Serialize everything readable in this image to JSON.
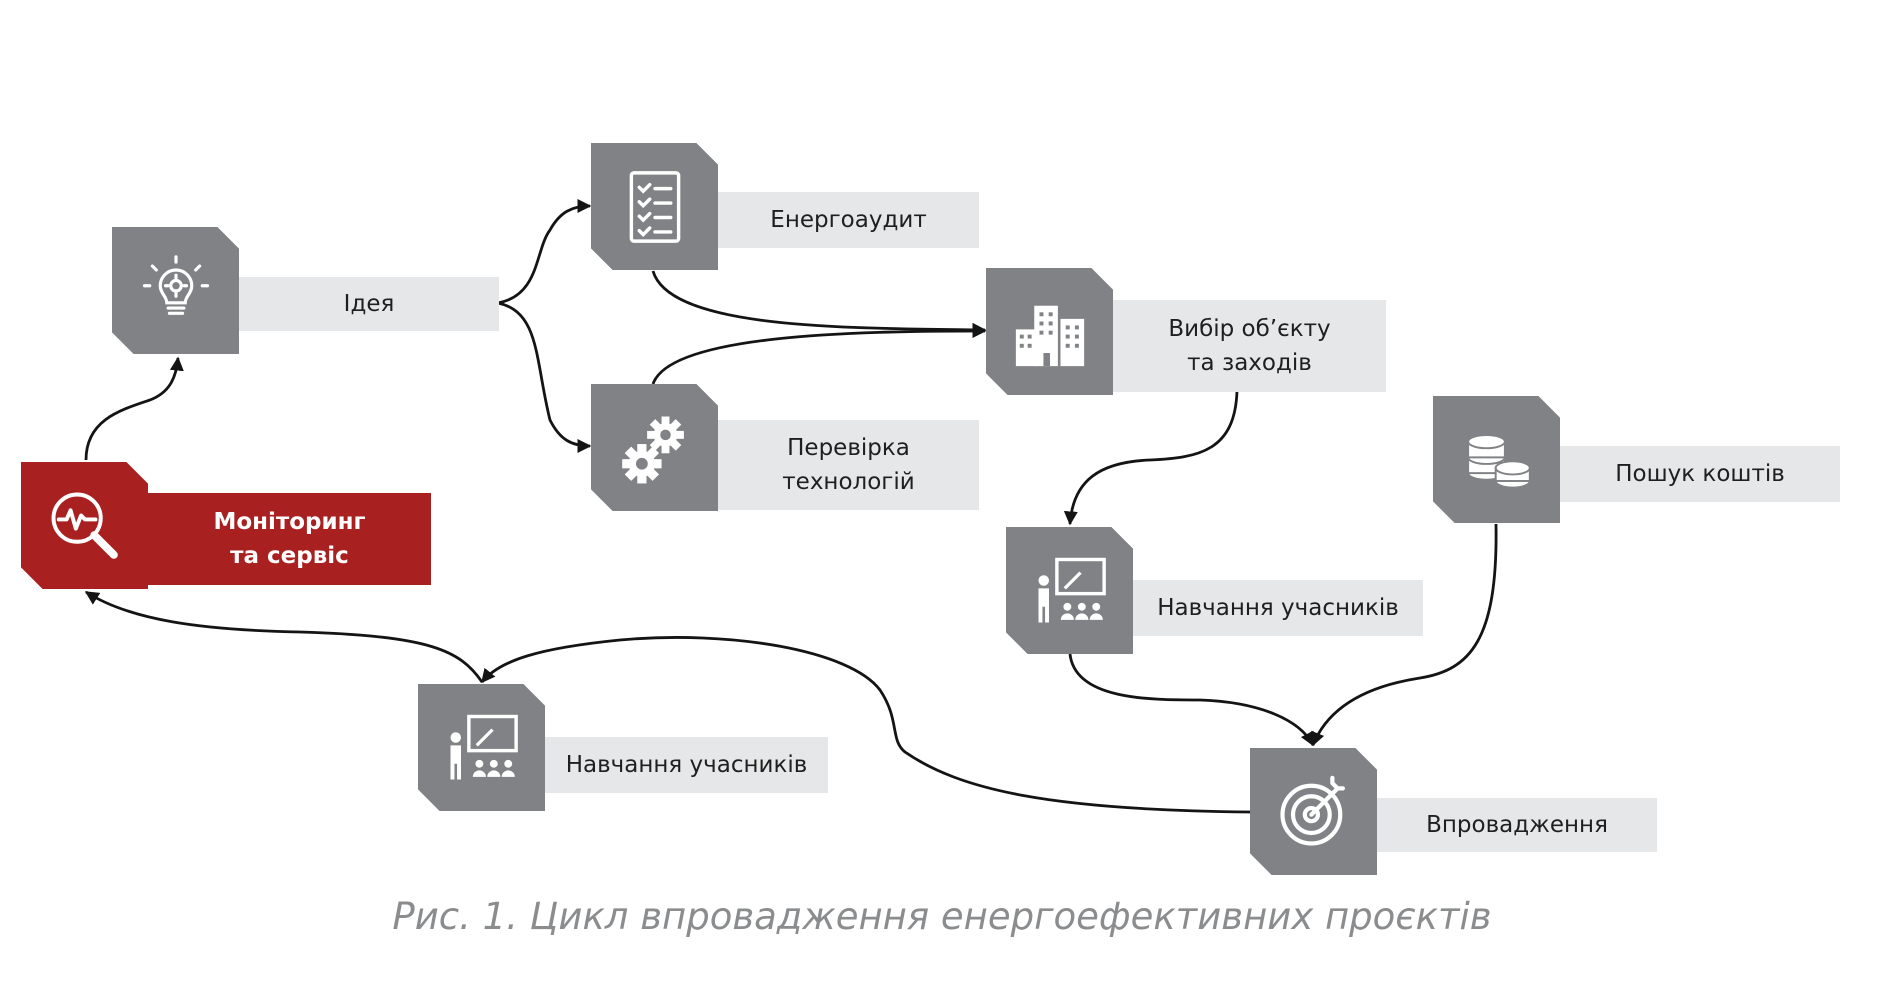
{
  "diagram": {
    "nodes": {
      "idea": {
        "label": "Ідея",
        "icon": "lightbulb-gear-icon"
      },
      "audit": {
        "label": "Енергоаудит",
        "icon": "checklist-icon"
      },
      "tech": {
        "label_lines": [
          "Перевірка",
          "технологій"
        ],
        "icon": "gears-icon"
      },
      "choice": {
        "label_lines": [
          "Вибір об’єкту",
          "та заходів"
        ],
        "icon": "buildings-icon"
      },
      "funds": {
        "label": "Пошук коштів",
        "icon": "coins-icon"
      },
      "training1": {
        "label": "Навчання учасників",
        "icon": "presentation-icon"
      },
      "implement": {
        "label": "Впровадження",
        "icon": "target-icon"
      },
      "training2": {
        "label": "Навчання учасників",
        "icon": "presentation-icon"
      },
      "monitoring": {
        "label_lines": [
          "Моніторинг",
          "та сервіс"
        ],
        "icon": "magnifier-pulse-icon"
      }
    },
    "edges": [
      {
        "from": "monitoring",
        "to": "idea"
      },
      {
        "from": "idea",
        "to": "audit"
      },
      {
        "from": "idea",
        "to": "tech"
      },
      {
        "from": "audit",
        "to": "choice"
      },
      {
        "from": "tech",
        "to": "choice"
      },
      {
        "from": "choice",
        "to": "training1"
      },
      {
        "from": "training1",
        "to": "implement"
      },
      {
        "from": "funds",
        "to": "implement"
      },
      {
        "from": "implement",
        "to": "training2"
      },
      {
        "from": "training2",
        "to": "monitoring"
      }
    ],
    "colors": {
      "icon_bg": "#808285",
      "label_bg": "#e6e7e8",
      "accent": "#a8201f",
      "arrow": "#141414"
    }
  },
  "caption": "Рис. 1. Цикл впровадження енергоефективних проєктів"
}
